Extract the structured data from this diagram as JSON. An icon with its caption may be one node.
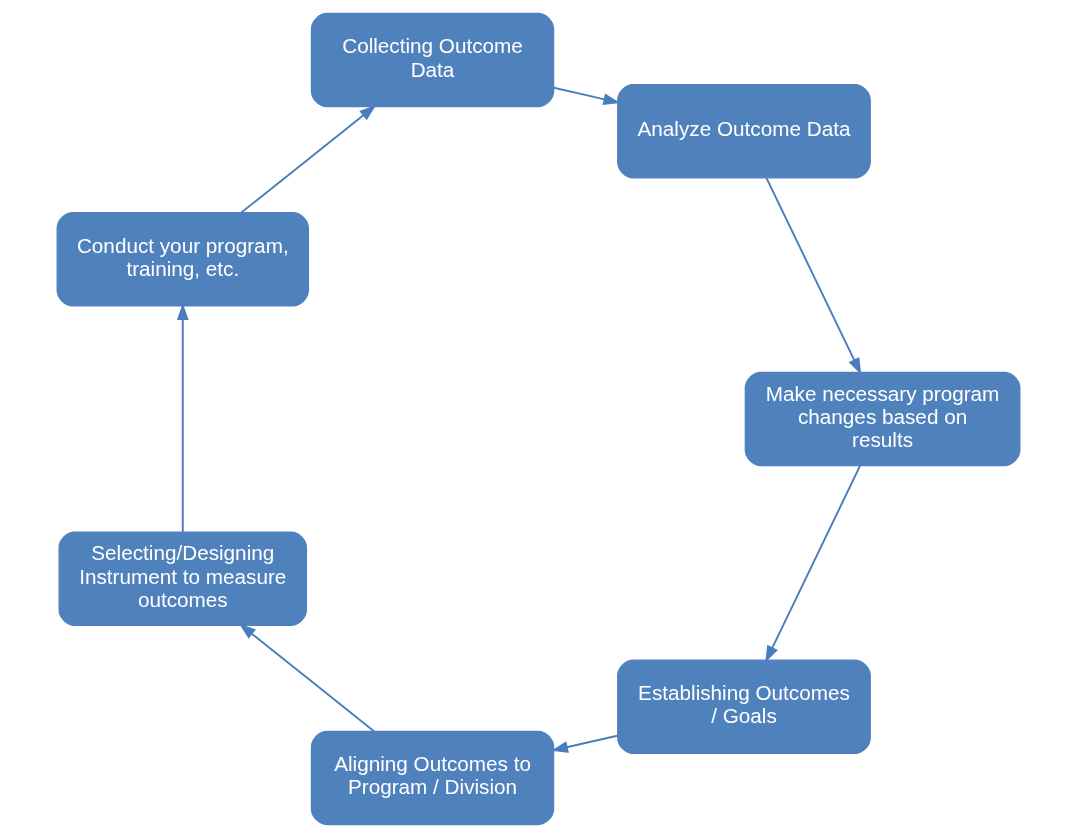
{
  "diagram": {
    "nodes": [
      {
        "text": [
          "Establishing Outcomes / Goals"
        ]
      },
      {
        "text": [
          "Aligning Outcomes to Program / Division"
        ]
      },
      {
        "text": [
          "Selecting/Designing Instrument to measure outcomes"
        ]
      },
      {
        "text": [
          "Conduct your program, training, etc."
        ]
      },
      {
        "text": [
          "Collecting Outcome Data"
        ]
      },
      {
        "text": [
          "Analyze Outcome Data"
        ]
      },
      {
        "text": [
          "Make necessary program changes based on results"
        ]
      }
    ],
    "edges": [
      {
        "from": 0,
        "to": 1,
        "arrow": "to"
      },
      {
        "from": 1,
        "to": 2,
        "arrow": "to"
      },
      {
        "from": 2,
        "to": 3,
        "arrow": "to"
      },
      {
        "from": 3,
        "to": 4,
        "arrow": "to"
      },
      {
        "from": 4,
        "to": 5,
        "arrow": "to"
      },
      {
        "from": 5,
        "to": 6,
        "arrow": "to"
      },
      {
        "from": 6,
        "to": 0,
        "arrow": "to"
      }
    ]
  }
}
